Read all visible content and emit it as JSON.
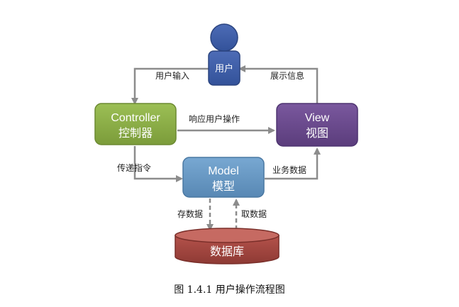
{
  "colors": {
    "user": "#3f5fa8",
    "controller": "#89ab45",
    "view": "#6a4a8c",
    "model": "#6496c2",
    "database": "#a54640",
    "arrow": "#8c8c8c",
    "text_light": "#ffffff",
    "label": "#222222"
  },
  "nodes": {
    "user": {
      "label": "用户"
    },
    "controller": {
      "title": "Controller",
      "subtitle": "控制器"
    },
    "view": {
      "title": "View",
      "subtitle": "视图"
    },
    "model": {
      "title": "Model",
      "subtitle": "模型"
    },
    "database": {
      "label": "数据库"
    }
  },
  "edges": {
    "user_input": "用户输入",
    "show_info": "展示信息",
    "respond_operation": "响应用户操作",
    "pass_command": "传递指令",
    "business_data": "业务数据",
    "store_data": "存数据",
    "fetch_data": "取数据"
  },
  "caption": "图 1.4.1 用户操作流程图"
}
